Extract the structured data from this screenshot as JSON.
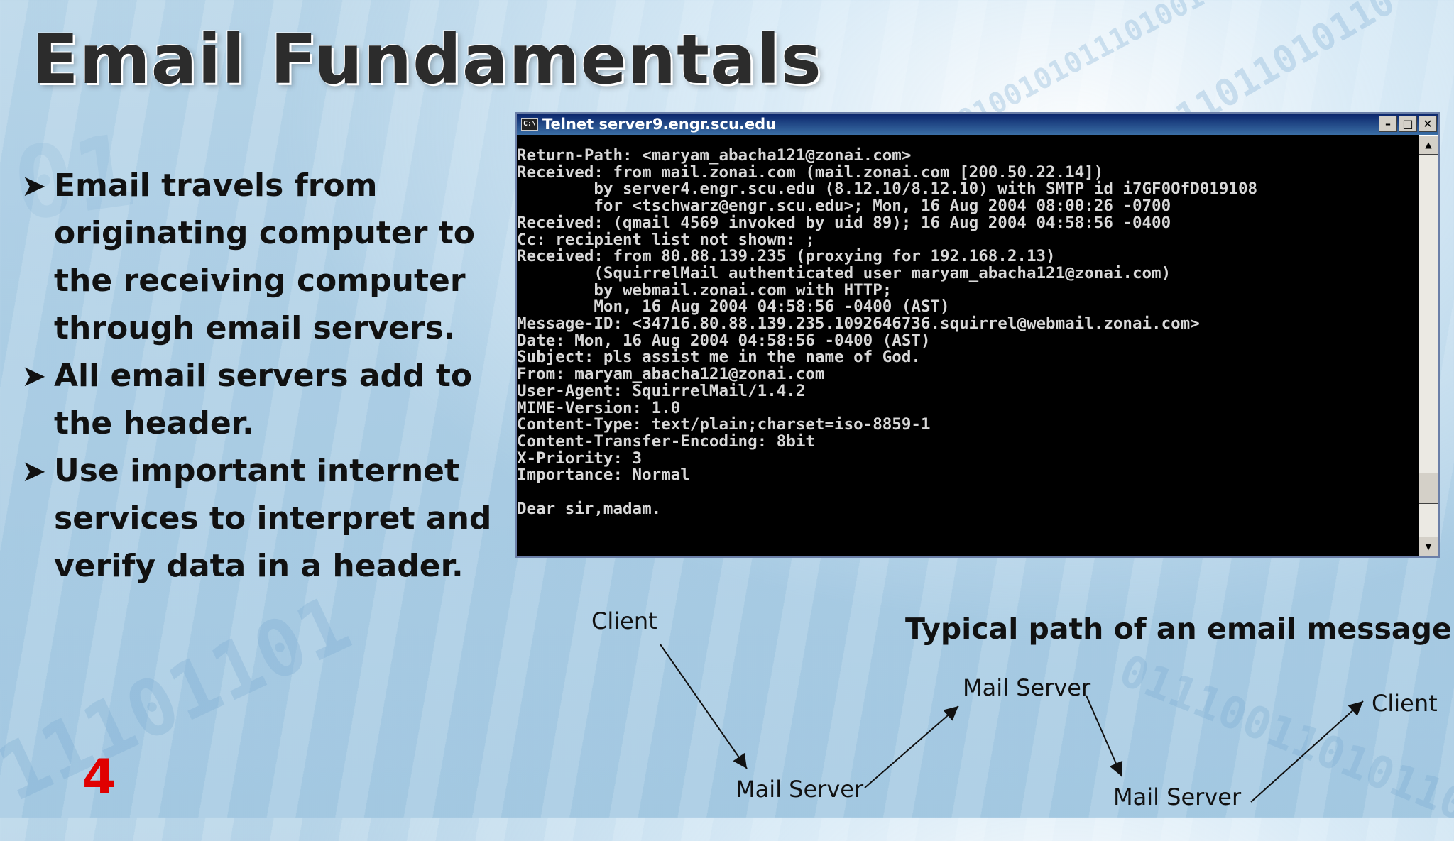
{
  "slide": {
    "title": "Email Fundamentals",
    "number": "4"
  },
  "bullets": [
    "Email travels from originating computer to the receiving computer through email servers.",
    "All email servers add to the header.",
    "Use important internet services to interpret and verify data in a header."
  ],
  "terminal": {
    "title": "Telnet server9.engr.scu.edu",
    "icon_label": "C:\\",
    "lines": [
      "Return-Path: <maryam_abacha121@zonai.com>",
      "Received: from mail.zonai.com (mail.zonai.com [200.50.22.14])",
      "        by server4.engr.scu.edu (8.12.10/8.12.10) with SMTP id i7GF0OfD019108",
      "        for <tschwarz@engr.scu.edu>; Mon, 16 Aug 2004 08:00:26 -0700",
      "Received: (qmail 4569 invoked by uid 89); 16 Aug 2004 04:58:56 -0400",
      "Cc: recipient list not shown: ;",
      "Received: from 80.88.139.235 (proxying for 192.168.2.13)",
      "        (SquirrelMail authenticated user maryam_abacha121@zonai.com)",
      "        by webmail.zonai.com with HTTP;",
      "        Mon, 16 Aug 2004 04:58:56 -0400 (AST)",
      "Message-ID: <34716.80.88.139.235.1092646736.squirrel@webmail.zonai.com>",
      "Date: Mon, 16 Aug 2004 04:58:56 -0400 (AST)",
      "Subject: pls assist me in the name of God.",
      "From: maryam_abacha121@zonai.com",
      "User-Agent: SquirrelMail/1.4.2",
      "MIME-Version: 1.0",
      "Content-Type: text/plain;charset=iso-8859-1",
      "Content-Transfer-Encoding: 8bit",
      "X-Priority: 3",
      "Importance: Normal",
      "",
      "Dear sir,madam."
    ]
  },
  "diagram": {
    "caption": "Typical path of an email message:",
    "client_left": "Client",
    "mail_server_1": "Mail Server",
    "mail_server_2": "Mail Server",
    "mail_server_3": "Mail Server",
    "client_right": "Client"
  },
  "colors": {
    "slide_number": "#e00000",
    "terminal_bg": "#000000",
    "titlebar": "#0a246a"
  }
}
